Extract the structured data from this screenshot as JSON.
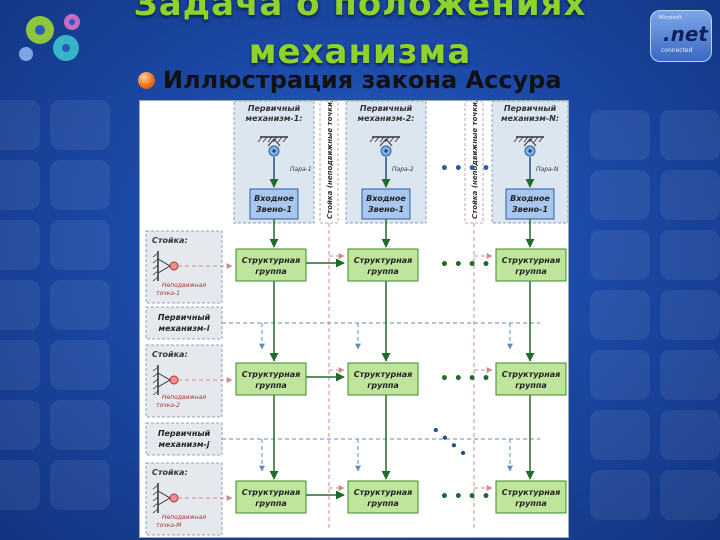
{
  "slide": {
    "title_line1": "Задача о положениях",
    "title_line2": "механизма",
    "subtitle": "Иллюстрация закона Ассура"
  },
  "logo": {
    "brand_small": "Microsoft",
    "brand": ".net",
    "tagline": "connected"
  },
  "diagram": {
    "top_mechanisms": [
      {
        "title1": "Первичный",
        "title2": "механизм-1:",
        "pair": "Пара-1",
        "link1": "Входное",
        "link2": "Звено-1"
      },
      {
        "title1": "Первичный",
        "title2": "механизм-2:",
        "pair": "Пара-2",
        "link1": "Входное",
        "link2": "Звено-1"
      },
      {
        "title1": "Первичный",
        "title2": "механизм-N:",
        "pair": "Пара-N",
        "link1": "Входное",
        "link2": "Звено-1"
      }
    ],
    "stand_label": "Стойка (неподвижные точки)",
    "left_rows": [
      {
        "stand": "Стойка:",
        "point1": "Неподвижная",
        "point2": "точка-1"
      },
      {
        "stand": "Стойка:",
        "point1": "Неподвижная",
        "point2": "точка-2"
      },
      {
        "stand": "Стойка:",
        "point1": "Неподвижная",
        "point2": "точка-M"
      }
    ],
    "primary_boxes": [
      {
        "line1": "Первичный",
        "line2": "механизм-i"
      },
      {
        "line1": "Первичный",
        "line2": "механизм-j"
      }
    ],
    "group_label1": "Структурная",
    "group_label2": "группа"
  },
  "colors": {
    "title_green": "#8fd32a",
    "top_panel": "#dce6f1",
    "left_panel": "#e5e9ee",
    "group_fill": "#bfe59c",
    "link_fill": "#a9c6ef",
    "arrow_dark": "#1f6b2a",
    "dash_blue": "#5b8fc6",
    "dash_red": "#d9a3a3"
  }
}
